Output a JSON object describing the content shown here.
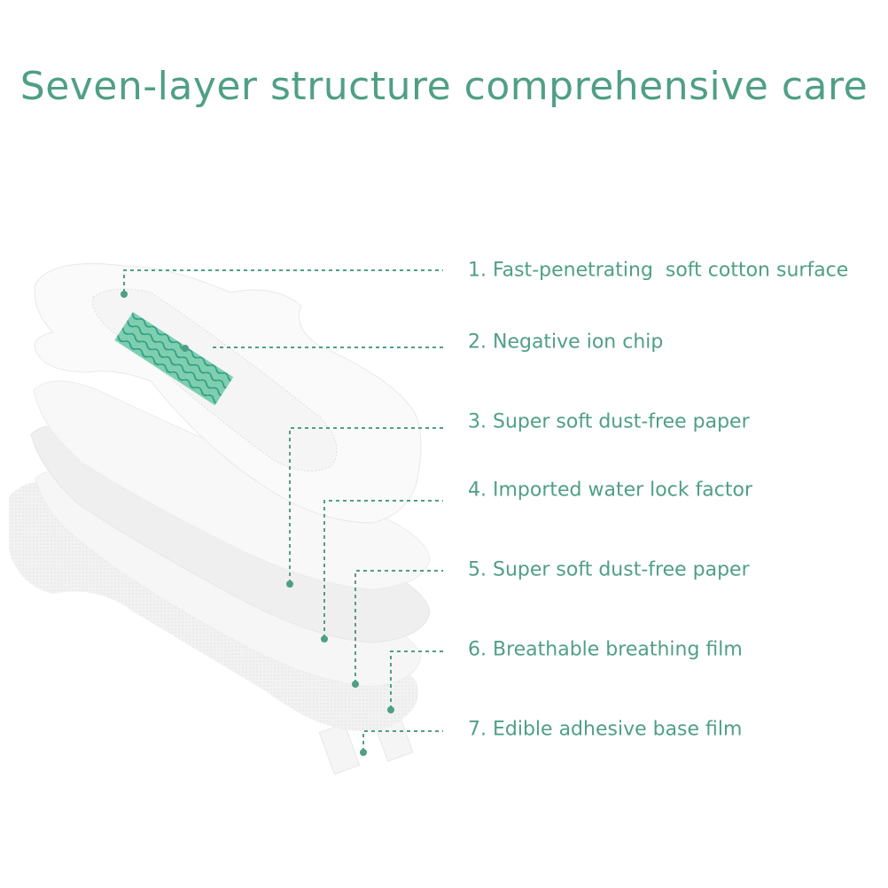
{
  "title": "Seven-layer structure comprehensive care",
  "accent_color": "#4f9f86",
  "layers": [
    {
      "label": "1. Fast-penetrating  soft cotton surface"
    },
    {
      "label": "2. Negative ion chip"
    },
    {
      "label": "3. Super soft dust-free paper"
    },
    {
      "label": "4. Imported water lock factor"
    },
    {
      "label": "5. Super soft dust-free paper"
    },
    {
      "label": "6. Breathable breathing film"
    },
    {
      "label": "7. Edible adhesive base film"
    }
  ]
}
